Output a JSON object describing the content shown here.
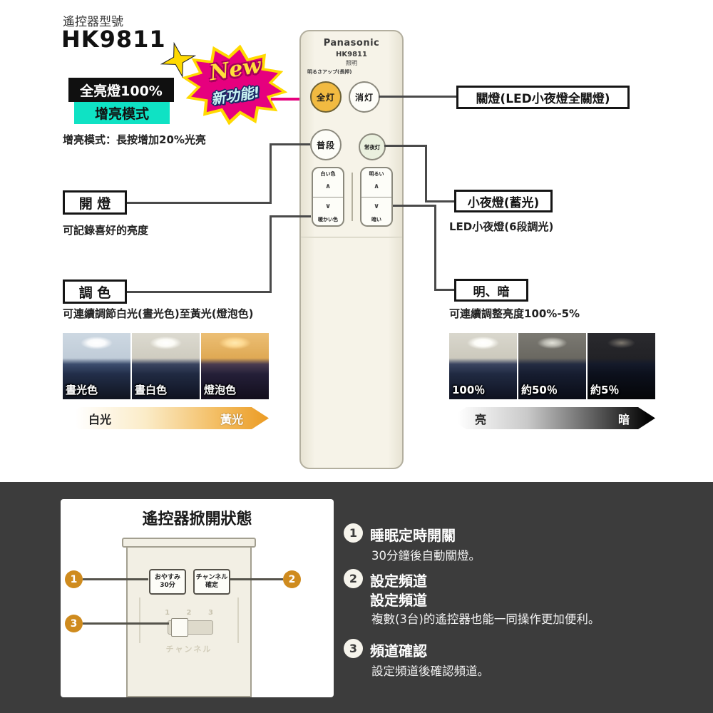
{
  "header": {
    "model_label": "遙控器型號",
    "model": "HK9811"
  },
  "feature": {
    "badge_top": "全亮燈100%",
    "badge_bottom": "增亮模式",
    "new_script": "New",
    "new_sub": "新功能!",
    "note": "增亮模式：長按增加20%光亮"
  },
  "remote": {
    "brand": "Panasonic",
    "model": "HK9811",
    "category": "照明",
    "hint": "明るさアップ(長押)",
    "btn_all": "全灯",
    "btn_off": "消灯",
    "btn_normal": "普段",
    "btn_night": "常夜灯",
    "rocker_color_top": "白い色",
    "rocker_color_bottom": "暖かい色",
    "rocker_bright_top": "明るい",
    "rocker_bright_bottom": "暗い"
  },
  "callouts": {
    "off_title": "關燈(LED小夜燈全關燈)",
    "on_title": "開 燈",
    "on_desc": "可記錄喜好的亮度",
    "night_title": "小夜燈(蓄光)",
    "night_desc": "LED小夜燈(6段調光)",
    "color_title": "調 色",
    "color_desc": "可連續調節白光(晝光色)至黃光(燈泡色)",
    "bright_title": "明、暗",
    "bright_desc": "可連續調整亮度100%-5%"
  },
  "color_photos": {
    "labels": [
      "晝光色",
      "晝白色",
      "燈泡色"
    ],
    "scale_left": "白光",
    "scale_right": "黃光"
  },
  "bright_photos": {
    "labels": [
      "100％",
      "約50％",
      "約5％"
    ],
    "scale_left": "亮",
    "scale_right": "暗"
  },
  "bottom": {
    "panel_title": "遙控器掀開狀態",
    "btn_sleep_l1": "おやすみ",
    "btn_sleep_l2": "30分",
    "btn_channel_l1": "チャンネル",
    "btn_channel_l2": "確定",
    "switch_numbers": "1 2 3",
    "switch_label": "チャンネル",
    "callout_nums": [
      "1",
      "2",
      "3"
    ],
    "items": [
      {
        "num": "1",
        "title": "睡眠定時開關",
        "desc": "30分鐘後自動關燈。"
      },
      {
        "num": "2",
        "title": "設定頻道",
        "title2": "設定頻道",
        "desc": "複數(3台)的遙控器也能一同操作更加便利。"
      },
      {
        "num": "3",
        "title": "頻道確認",
        "desc": "設定頻道後確認頻道。"
      }
    ]
  },
  "colors": {
    "accent_pink": "#e6007e",
    "accent_cyan": "#0fe2c4",
    "accent_yellow": "#ffd900",
    "button_yellow": "#f1ba41",
    "dark_bg": "#3c3c3c"
  }
}
